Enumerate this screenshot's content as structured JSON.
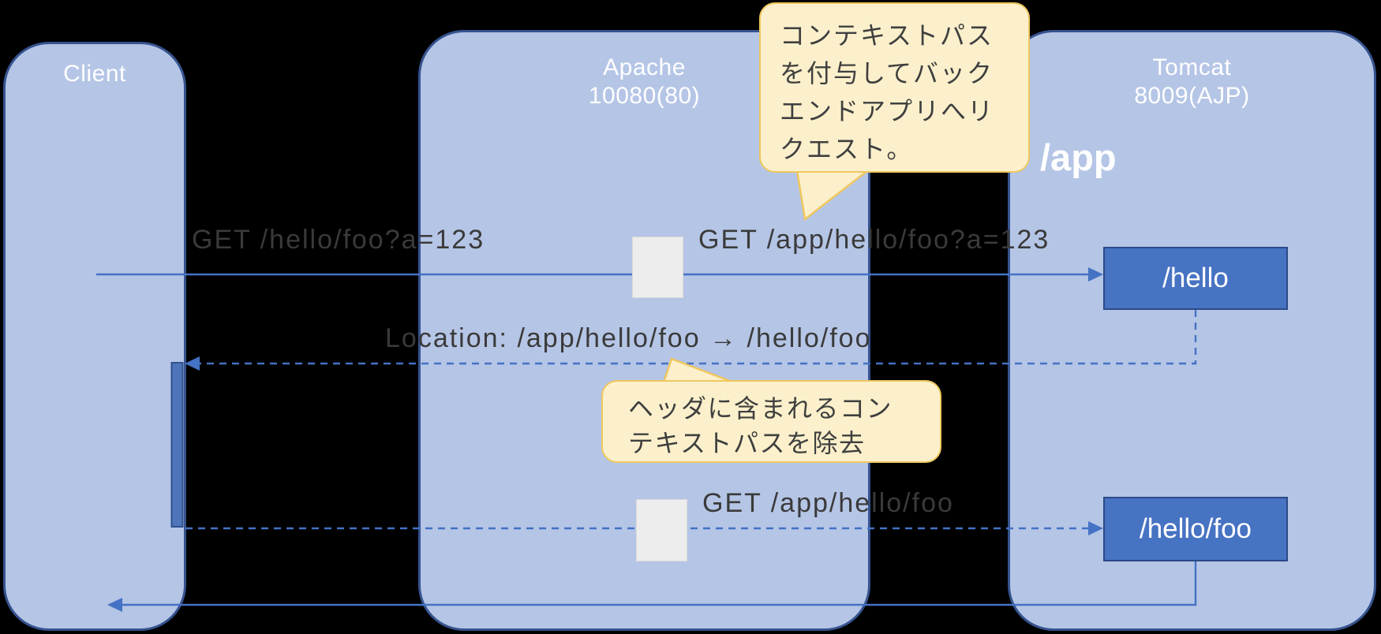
{
  "diagram": {
    "client": {
      "title": "Client"
    },
    "apache": {
      "title_line1": "Apache",
      "title_line2": "10080(80)"
    },
    "tomcat": {
      "title_line1": "Tomcat",
      "title_line2": "8009(AJP)",
      "context_path": "/app"
    },
    "nodes": {
      "hello": "/hello",
      "hello_foo": "/hello/foo"
    },
    "messages": {
      "request_client_to_apache": "GET /hello/foo?a=123",
      "request_apache_to_tomcat": "GET /app/hello/foo?a=123",
      "redirect_location_rewrite": "Location: /app/hello/foo → /hello/foo",
      "second_request_to_tomcat": "GET /app/hello/foo"
    },
    "callouts": {
      "add_context_path": "コンテキストパスを付与してバックエンドアプリへリクエスト。",
      "remove_context_path": "ヘッダに含まれるコンテキストパスを除去"
    },
    "colors": {
      "background": "#000000",
      "panel_fill": "#B5C5E6",
      "panel_border": "#36538F",
      "node_fill": "#4773C3",
      "node_border": "#2B4A86",
      "arrow": "#4472C4",
      "activation_fill": "#4E74B9",
      "callout_fill": "#FBF0CB",
      "callout_border": "#EFC75E",
      "grey_fill": "#EEEDED",
      "label_text": "#3A3A3A",
      "title_text": "#FFFFFF"
    }
  }
}
